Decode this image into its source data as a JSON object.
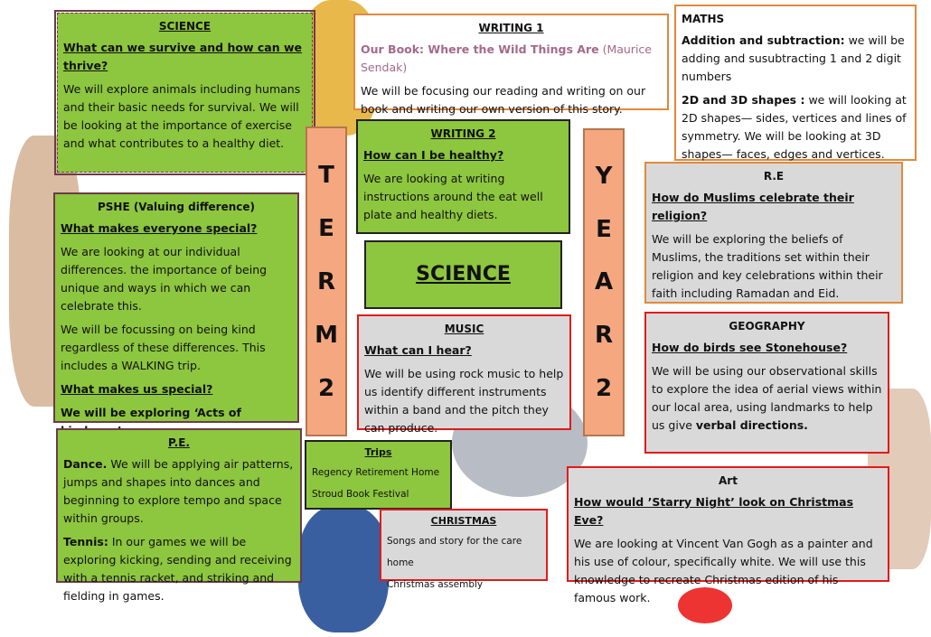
{
  "science_main": {
    "title": "SCIENCE",
    "question": "What can we  survive and how can we thrive?",
    "body": "We will explore animals including humans and their basic needs for survival. We will be looking at the importance of exercise and what contributes to a healthy diet."
  },
  "pshe": {
    "title": "PSHE (Valuing difference)",
    "question1": "What makes everyone special?",
    "body1": "We are looking at our individual differences. the importance of being unique and ways in which we can celebrate this.",
    "body2": "We will be focussing on being kind regardless of these differences. This includes a WALKING trip.",
    "question2": "What makes us special?",
    "body3": "We will be exploring ‘Acts of kindness’"
  },
  "pe": {
    "title": "P.E.",
    "dance_label": "Dance.",
    "dance_text": " We will be applying air patterns, jumps and shapes into dances and beginning to explore tempo and space within groups.",
    "tennis_label": "Tennis:",
    "tennis_text": " In our games we will be exploring kicking, sending and receiving with a tennis racket, and striking and fielding in games."
  },
  "term_letters": [
    "T",
    "E",
    "R",
    "M",
    "2"
  ],
  "year_letters": [
    "Y",
    "E",
    "A",
    "R",
    "2"
  ],
  "writing1": {
    "title": "WRITING 1",
    "book_label": "Our Book: Where the  Wild Things Are",
    "book_author": " (Maurice Sendak)",
    "body": "We will be focusing our reading and writing on our book and writing our own version of this story."
  },
  "writing2": {
    "title": "WRITING 2",
    "question": "How can I be healthy?",
    "body": "We are looking at writing instructions around the eat well plate and healthy diets."
  },
  "science_center": {
    "label": "SCIENCE"
  },
  "music": {
    "title": "MUSIC",
    "question": "What can I hear?",
    "body": "We will be using rock music to help us identify different instruments within a band and the pitch they can produce."
  },
  "trips": {
    "title": "Trips",
    "items": [
      "Regency Retirement Home",
      "Stroud Book Festival"
    ]
  },
  "christmas": {
    "title": "CHRISTMAS",
    "items": [
      "Songs and story  for the care home",
      "Christmas assembly"
    ]
  },
  "maths": {
    "title": "MATHS",
    "add_label": "Addition and subtraction:",
    "add_text": "  we will be adding and susubtracting 1 and 2 digit numbers",
    "shapes_label": "2D and 3D shapes :",
    "shapes_text": " we will looking at 2D shapes— sides, vertices and lines of symmetry. We will be looking at 3D shapes— faces, edges and vertices."
  },
  "re": {
    "title": "R.E",
    "question": "How do Muslims celebrate their religion?",
    "body": "We will be exploring the beliefs of Muslims, the traditions set within their religion and key celebrations within their faith including Ramadan and Eid."
  },
  "geography": {
    "title": "GEOGRAPHY",
    "question": "How do birds see Stonehouse?",
    "body": "We will be using our observational skills to explore the idea of aerial  views within our local area, using landmarks to help us give ",
    "body_bold": "verbal directions."
  },
  "art": {
    "title": "Art",
    "question": "How would ’Starry Night’ look on Christmas Eve?",
    "body": "We are looking at Vincent Van Gogh as a painter and his use of colour, specifically white. We will use this knowledge to recreate Christmas edition of his famous work."
  },
  "colors": {
    "green": "#8dc63f",
    "grey": "#d9d9d9",
    "term_bar": "#f5a77f",
    "red_border": "#e01b1b",
    "orange_border": "#e08a3c",
    "purple_border": "#6d3a4a",
    "author_text": "#a36a8a"
  }
}
